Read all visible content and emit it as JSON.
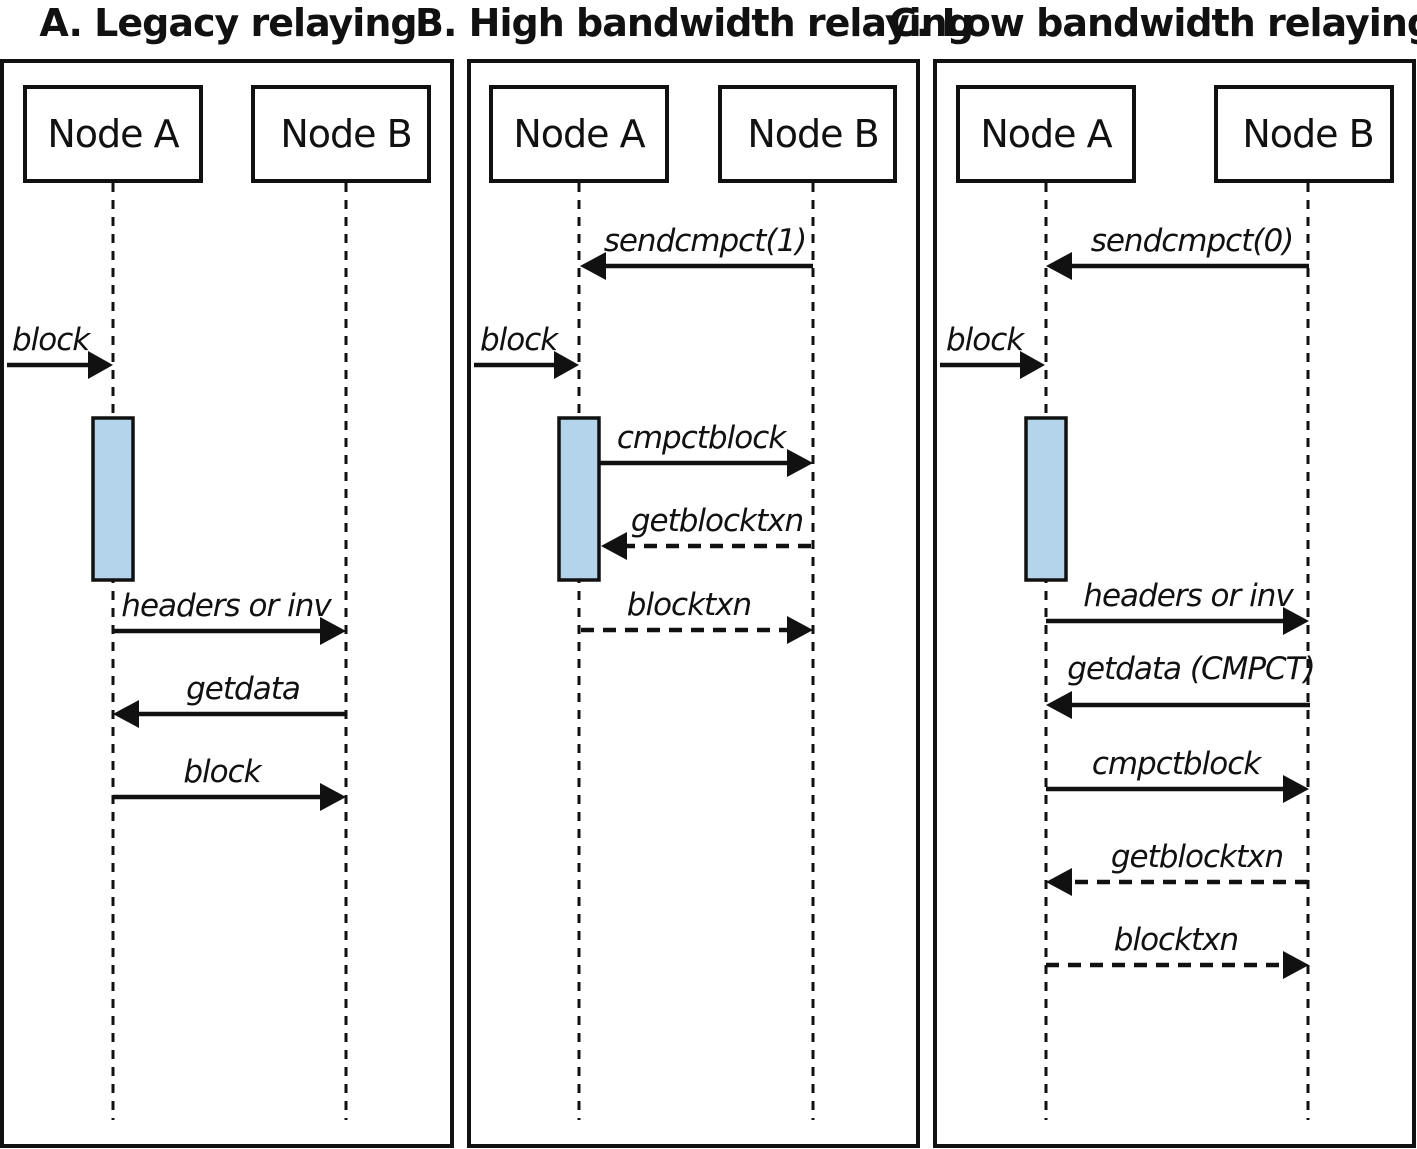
{
  "colors": {
    "ink": "#111111",
    "activation_fill": "#b3d4ea",
    "background": "#ffffff"
  },
  "panels": [
    {
      "id": "legacy",
      "title": "A. Legacy relaying",
      "node_a": "Node A",
      "node_b": "Node B",
      "activation": true,
      "messages": [
        {
          "label": "block",
          "from": "external",
          "to": "A",
          "style": "solid"
        },
        {
          "label": "headers or inv",
          "from": "A",
          "to": "B",
          "style": "solid"
        },
        {
          "label": "getdata",
          "from": "B",
          "to": "A",
          "style": "solid"
        },
        {
          "label": "block",
          "from": "A",
          "to": "B",
          "style": "solid"
        }
      ]
    },
    {
      "id": "high",
      "title": "B. High bandwidth relaying",
      "node_a": "Node A",
      "node_b": "Node B",
      "activation": true,
      "messages": [
        {
          "label": "sendcmpct(1)",
          "from": "B",
          "to": "A",
          "style": "solid"
        },
        {
          "label": "block",
          "from": "external",
          "to": "A",
          "style": "solid"
        },
        {
          "label": "cmpctblock",
          "from": "A",
          "to": "B",
          "style": "solid"
        },
        {
          "label": "getblocktxn",
          "from": "B",
          "to": "A",
          "style": "dashed"
        },
        {
          "label": "blocktxn",
          "from": "A",
          "to": "B",
          "style": "dashed"
        }
      ]
    },
    {
      "id": "low",
      "title": "C. Low bandwidth relaying",
      "node_a": "Node A",
      "node_b": "Node B",
      "activation": true,
      "messages": [
        {
          "label": "sendcmpct(0)",
          "from": "B",
          "to": "A",
          "style": "solid"
        },
        {
          "label": "block",
          "from": "external",
          "to": "A",
          "style": "solid"
        },
        {
          "label": "headers or inv",
          "from": "A",
          "to": "B",
          "style": "solid"
        },
        {
          "label": "getdata (CMPCT)",
          "from": "B",
          "to": "A",
          "style": "solid"
        },
        {
          "label": "cmpctblock",
          "from": "A",
          "to": "B",
          "style": "solid"
        },
        {
          "label": "getblocktxn",
          "from": "B",
          "to": "A",
          "style": "dashed"
        },
        {
          "label": "blocktxn",
          "from": "A",
          "to": "B",
          "style": "dashed"
        }
      ]
    }
  ]
}
